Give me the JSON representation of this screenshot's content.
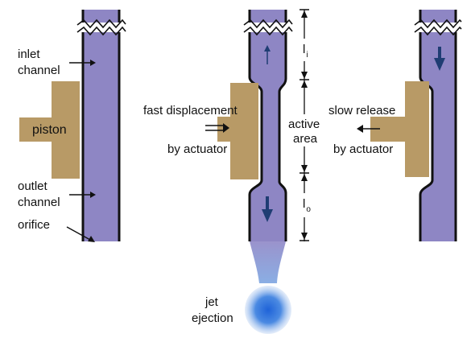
{
  "colors": {
    "channel": "#8e86c4",
    "wall": "#111111",
    "piston": "#b89a66",
    "flow_arrow": "#1f3d73",
    "jet_outer": "#7aa7e0",
    "jet_core": "#2c6fd6"
  },
  "labels": {
    "inlet": "inlet",
    "inlet_channel": "channel",
    "piston": "piston",
    "outlet": "outlet",
    "outlet_channel": "channel",
    "orifice": "orifice",
    "fast_line1": "fast displacement",
    "fast_line2": "by actuator",
    "active_line1": "active",
    "active_line2": "area",
    "l_i_base": "l",
    "l_i_sub": "i",
    "l_o_base": "l",
    "l_o_sub": "o",
    "slow_line1": "slow release",
    "slow_line2": "by actuator",
    "jet_line1": "jet",
    "jet_line2": "ejection"
  },
  "icons": {
    "break": "zigzag-break-icon",
    "flow": "flow-arrow-icon",
    "pointer": "pointer-arrow-icon",
    "dimension": "dimension-arrow-icon"
  }
}
